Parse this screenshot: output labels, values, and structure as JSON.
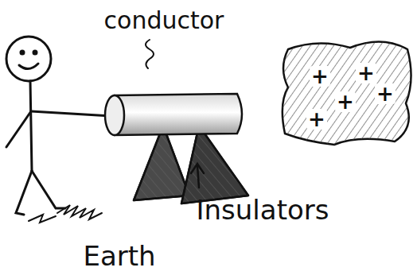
{
  "diagram": {
    "labels": [
      "conductor",
      "Insulators",
      "Earth",
      "+",
      "+",
      "+",
      "+",
      "+"
    ]
  }
}
